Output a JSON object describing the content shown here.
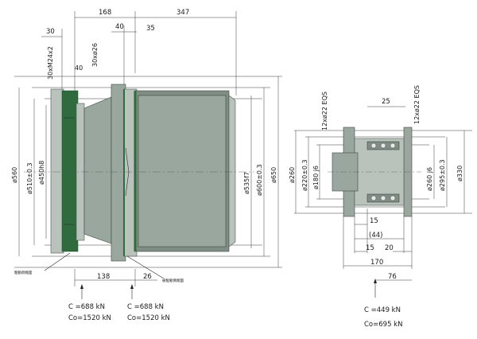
{
  "left_view": {
    "top_dims": [
      "168",
      "347",
      "30",
      "40",
      "35"
    ],
    "upper_dims": [
      "30xM24x2",
      "40",
      "30xø26"
    ],
    "left_vertical": [
      "ø560",
      "ø510±0.3",
      "ø450h8"
    ],
    "right_vertical": [
      "ø535f7",
      "ø600±0.3",
      "ø650"
    ],
    "bottom_dims": [
      "138",
      "26"
    ],
    "callout_left": "駆動側端面",
    "callout_right": "被駆動側端面",
    "bearing_1": {
      "c": "C =688 kN",
      "co": "Co=1520 kN"
    },
    "bearing_2": {
      "c": "C =688 kN",
      "co": "Co=1520 kN"
    }
  },
  "right_view": {
    "top_left_vertical": "12xø22 EQS",
    "top_right_vertical": "12xø22 EQS",
    "top_dim": "25",
    "left_vertical": [
      "ø260",
      "ø220±0.3",
      "ø180 j6"
    ],
    "right_vertical": [
      "ø260 j6",
      "ø295±0.3",
      "ø330"
    ],
    "bottom_dims": [
      "15",
      "(44)",
      "15",
      "20",
      "170",
      "76"
    ],
    "bearing": {
      "c": "C =449 kN",
      "co": "Co=695 kN"
    }
  }
}
